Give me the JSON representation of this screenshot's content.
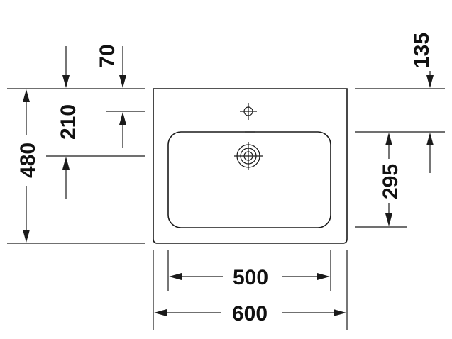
{
  "dimensions": {
    "tap_hole_offset": "70",
    "tap_to_drain": "210",
    "overall_depth": "480",
    "right_top_offset": "135",
    "basin_drain_depth": "295",
    "bowl_width": "500",
    "overall_width": "600"
  },
  "colors": {
    "line": "#1a1a1a",
    "background": "#ffffff"
  }
}
